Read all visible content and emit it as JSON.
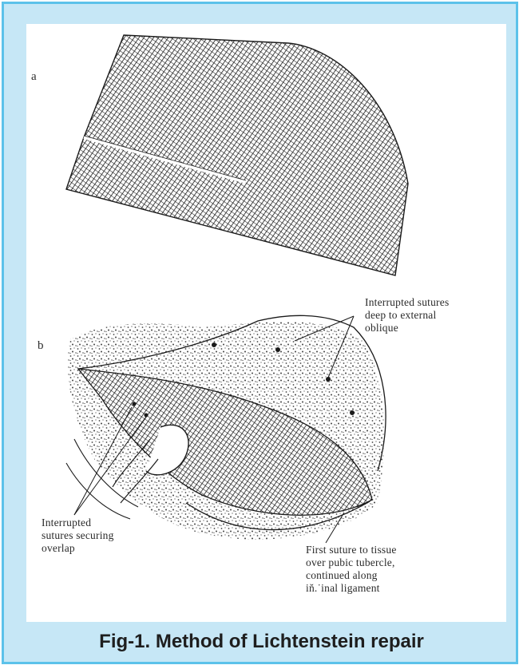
{
  "figure": {
    "panel_a_label": "a",
    "panel_b_label": "b",
    "annotations": {
      "interrupted_deep": "Interrupted sutures\ndeep to external\noblique",
      "interrupted_overlap": "Interrupted\nsutures securing\noverlap",
      "first_suture": "First suture to tissue\nover pubic tubercle,\ncontinued along\nin̆.˙inal ligament"
    }
  },
  "caption": "Fig-1. Method of Lichtenstein repair",
  "colors": {
    "frame_border": "#5cc2ea",
    "frame_fill": "#c6e7f6",
    "panel_bg": "#ffffff",
    "ink": "#2a2a2a"
  }
}
